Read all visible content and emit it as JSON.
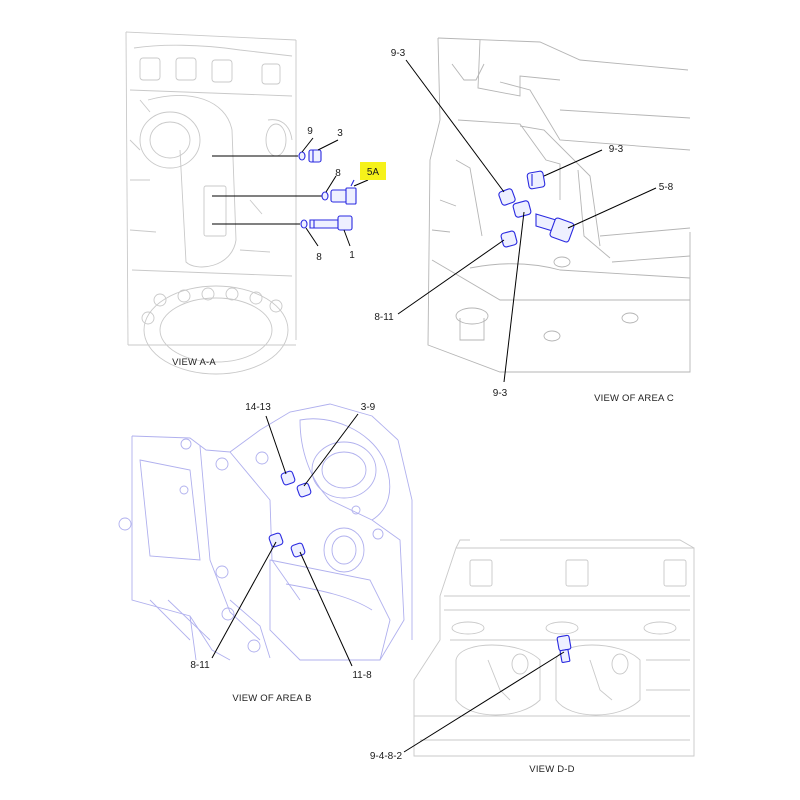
{
  "views": {
    "aa": "VIEW A-A",
    "c": "VIEW OF AREA C",
    "b": "VIEW OF AREA B",
    "dd": "VIEW D-D"
  },
  "callouts": {
    "aa_9": "9",
    "aa_3": "3",
    "aa_8_top": "8",
    "aa_5a": "5A",
    "aa_8_bottom": "8",
    "aa_1": "1",
    "c_9_3_top": "9-3",
    "c_9_3_right": "9-3",
    "c_5_8": "5-8",
    "c_8_11": "8-11",
    "c_9_3_bottom": "9-3",
    "b_14_13": "14-13",
    "b_3_9": "3-9",
    "b_8_11": "8-11",
    "b_11_8": "11-8",
    "dd_9_4_8_2": "9-4-8-2"
  },
  "colors": {
    "part_stroke": "#2a2ae0",
    "highlight": "#f6f21a",
    "ghost_line": "#c9c9c9"
  }
}
